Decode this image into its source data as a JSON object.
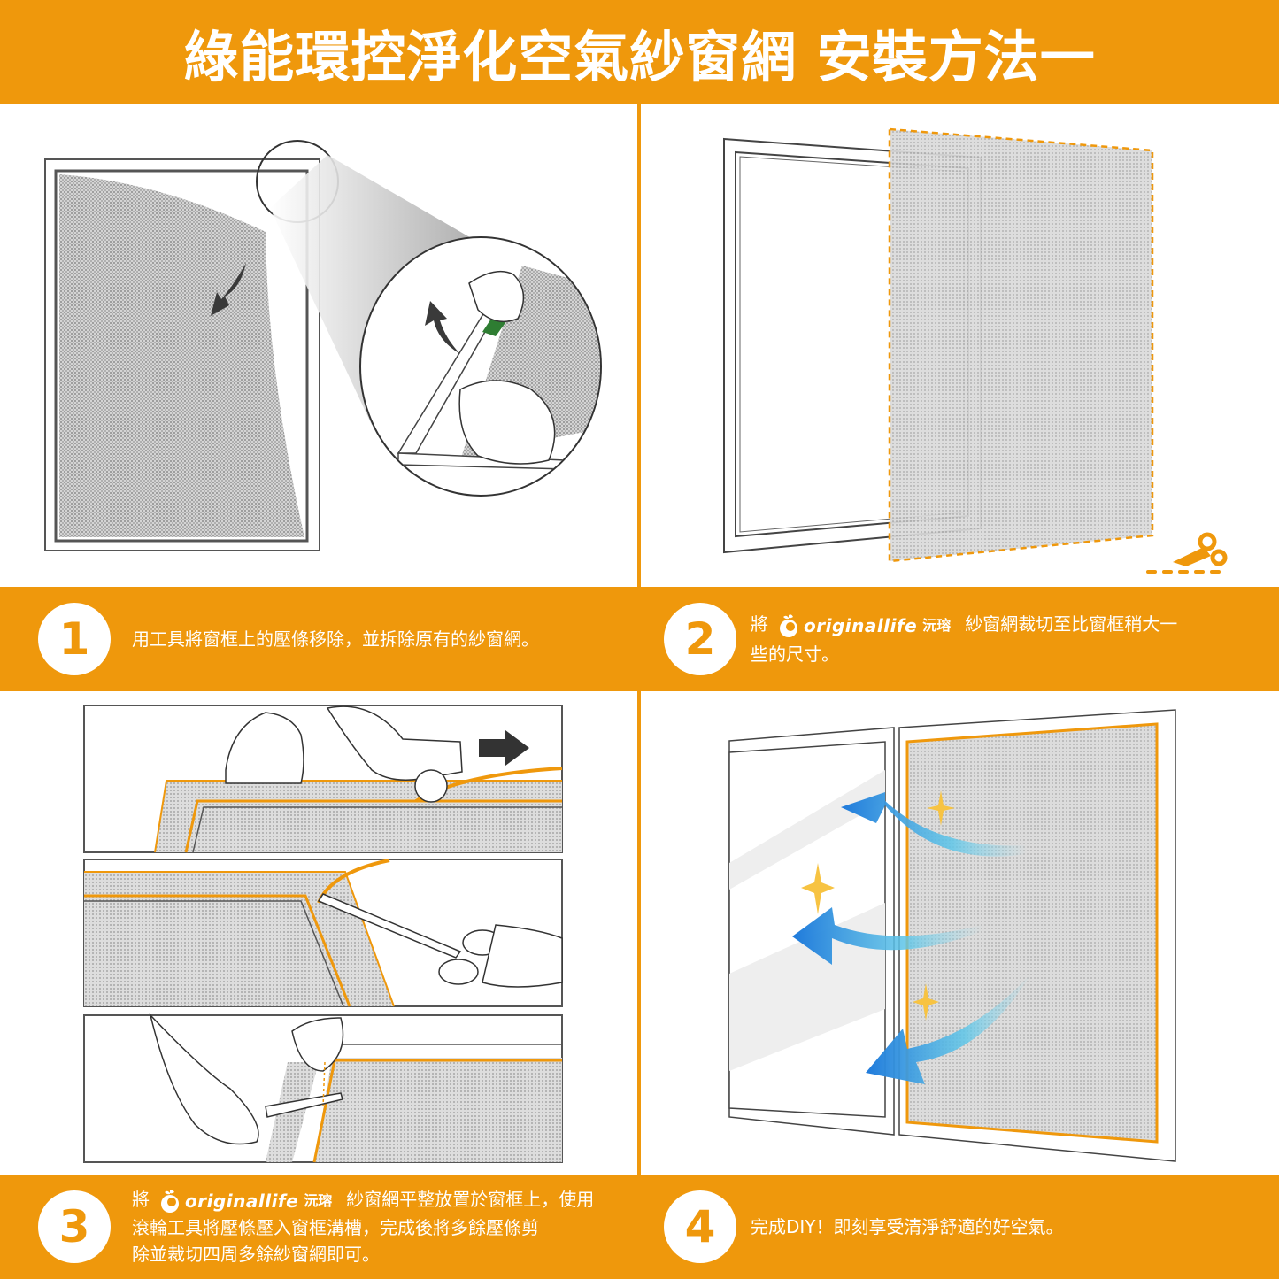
{
  "header": {
    "title": "綠能環控淨化空氣紗窗網 安裝方法一"
  },
  "brand": {
    "wordmark": "originallife",
    "chinese_name": "沅瑢",
    "logo_icon": "orange-fruit-logo-icon"
  },
  "colors": {
    "accent": "#EF980C",
    "white": "#FFFFFF",
    "line": "#4A4A4A",
    "mesh": "#C8C8C8",
    "airflow_blue": "#2A86D8",
    "sparkle": "#F7C342",
    "tool_green": "#2E7D32"
  },
  "steps": [
    {
      "number": "1",
      "text": "用工具將窗框上的壓條移除，並拆除原有的紗窗網。",
      "illustration": "remove-old-screen"
    },
    {
      "number": "2",
      "prefix": "將",
      "line1_suffix": "紗窗網裁切至比窗框稍大一",
      "line2": "些的尺寸。",
      "illustration": "cut-mesh-to-size"
    },
    {
      "number": "3",
      "prefix": "將",
      "line1_suffix": "紗窗網平整放置於窗框上，使用",
      "line2": "滾輪工具將壓條壓入窗框溝槽，完成後將多餘壓條剪",
      "line3": "除並裁切四周多餘紗窗網即可。",
      "illustration": "install-spline-and-trim"
    },
    {
      "number": "4",
      "text": "完成DIY！即刻享受清淨舒適的好空氣。",
      "illustration": "clean-air-flow"
    }
  ]
}
